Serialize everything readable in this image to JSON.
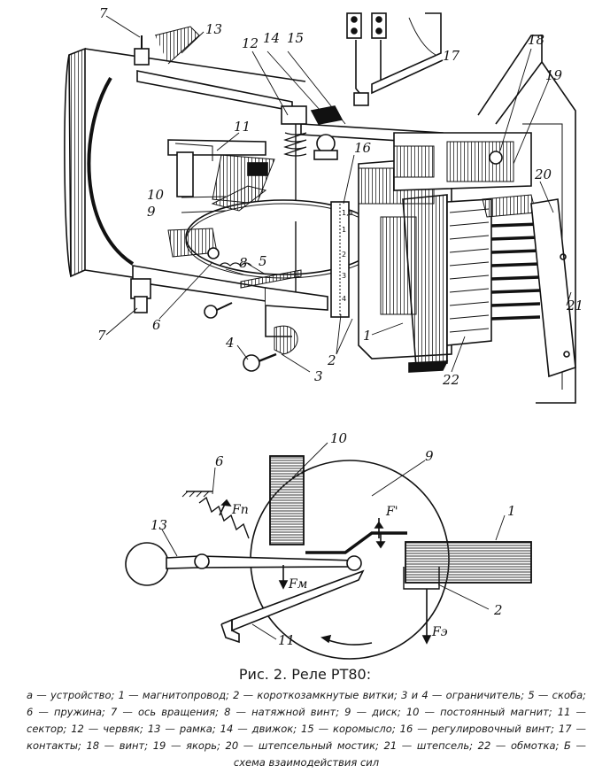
{
  "caption": {
    "title": "Рис. 2. Реле РТ80:",
    "legend": "а — устройство; 1 — магнитопровод; 2 — короткозамкнутые витки; 3 и 4 — ограничитель; 5 — скоба; 6 — пружина; 7 — ось вращения; 8 — натяжной винт; 9 — диск; 10 — постоянный магнит; 11 — сектор; 12 — червяк; 13 — рамка; 14 — движок; 15 — коромысло; 16 — регулировочный винт; 17 — контакты; 18 — винт; 19 — якорь; 20 — штепсельный мостик; 21 — штепсель; 22 — обмотка; Б — схема взаимодействия сил"
  },
  "top_labels": {
    "n7a": "7",
    "n13": "13",
    "n12": "12",
    "n14": "14",
    "n15": "15",
    "n17": "17",
    "n18": "18",
    "n19": "19",
    "n11": "11",
    "n16": "16",
    "n10": "10",
    "n9": "9",
    "n20": "20",
    "n8": "8",
    "n5": "5",
    "n7b": "7",
    "n6": "6",
    "n4": "4",
    "n3": "3",
    "n2": "2",
    "n1": "1",
    "n21": "21",
    "n22": "22"
  },
  "scale_ticks": [
    "1,5",
    "1",
    "2",
    "3",
    "4"
  ],
  "bottom_labels": {
    "n10": "10",
    "n9": "9",
    "n6": "6",
    "n13": "13",
    "n1": "1",
    "n2": "2",
    "n11": "11",
    "fp": "Fп",
    "fprime": "F'",
    "fm": "Fм",
    "fe": "Fэ"
  },
  "colors": {
    "ink": "#111111",
    "paper": "#ffffff",
    "shade": "#555555"
  }
}
